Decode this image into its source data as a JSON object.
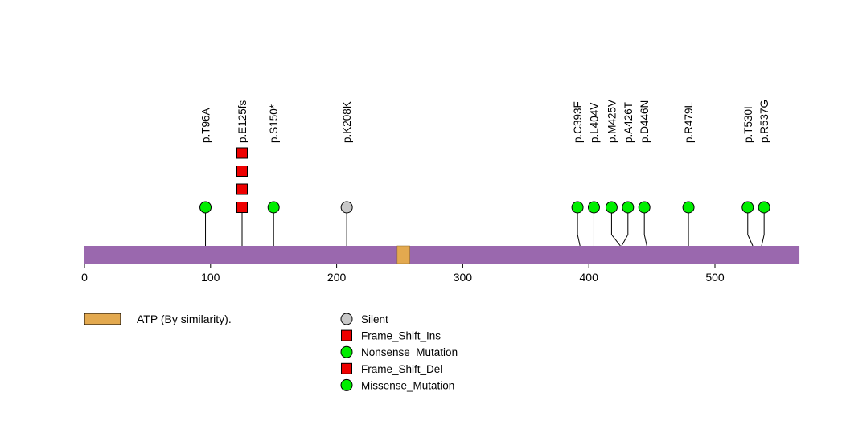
{
  "chart_data": {
    "type": "lollipop",
    "title": "",
    "xlabel": "",
    "ylabel": "",
    "protein_length": 567,
    "xlim": [
      0,
      567
    ],
    "x_ticks": [
      0,
      100,
      200,
      300,
      400,
      500
    ],
    "backbone_color": "#9A68AE",
    "grid": false,
    "legend_position": "bottom",
    "domains": [
      {
        "name": "ATP (By similarity).",
        "start": 248,
        "end": 258,
        "color": "#E3A94F"
      }
    ],
    "mutations": [
      {
        "label": "p.T96A",
        "position": 96,
        "display": 96,
        "type": "Missense_Mutation",
        "shape": "circle",
        "color": "#00EE00",
        "count": 1
      },
      {
        "label": "p.E125fs",
        "position": 125,
        "display": 125,
        "type": "Frame_Shift_Ins",
        "shape": "square",
        "color": "#EE0000",
        "count": 4
      },
      {
        "label": "p.S150*",
        "position": 150,
        "display": 150,
        "type": "Nonsense_Mutation",
        "shape": "circle",
        "color": "#00EE00",
        "count": 1
      },
      {
        "label": "p.K208K",
        "position": 208,
        "display": 208,
        "type": "Silent",
        "shape": "circle",
        "color": "#C8C8C8",
        "count": 1
      },
      {
        "label": "p.C393F",
        "position": 393,
        "display": 391,
        "type": "Missense_Mutation",
        "shape": "circle",
        "color": "#00EE00",
        "count": 1
      },
      {
        "label": "p.L404V",
        "position": 404,
        "display": 404,
        "type": "Missense_Mutation",
        "shape": "circle",
        "color": "#00EE00",
        "count": 1
      },
      {
        "label": "p.M425V",
        "position": 425,
        "display": 418,
        "type": "Missense_Mutation",
        "shape": "circle",
        "color": "#00EE00",
        "count": 1
      },
      {
        "label": "p.A426T",
        "position": 426,
        "display": 431,
        "type": "Missense_Mutation",
        "shape": "circle",
        "color": "#00EE00",
        "count": 1
      },
      {
        "label": "p.D446N",
        "position": 446,
        "display": 444,
        "type": "Missense_Mutation",
        "shape": "circle",
        "color": "#00EE00",
        "count": 1
      },
      {
        "label": "p.R479L",
        "position": 479,
        "display": 479,
        "type": "Missense_Mutation",
        "shape": "circle",
        "color": "#00EE00",
        "count": 1
      },
      {
        "label": "p.T530I",
        "position": 530,
        "display": 526,
        "type": "Missense_Mutation",
        "shape": "circle",
        "color": "#00EE00",
        "count": 1
      },
      {
        "label": "p.R537G",
        "position": 537,
        "display": 539,
        "type": "Missense_Mutation",
        "shape": "circle",
        "color": "#00EE00",
        "count": 1
      }
    ],
    "legend": {
      "domain_items": [
        {
          "label": "ATP (By similarity).",
          "shape": "rect",
          "color": "#E3A94F"
        }
      ],
      "mutation_items": [
        {
          "label": "Silent",
          "shape": "circle",
          "color": "#C8C8C8"
        },
        {
          "label": "Frame_Shift_Ins",
          "shape": "square",
          "color": "#EE0000"
        },
        {
          "label": "Nonsense_Mutation",
          "shape": "circle",
          "color": "#00EE00"
        },
        {
          "label": "Frame_Shift_Del",
          "shape": "square",
          "color": "#EE0000"
        },
        {
          "label": "Missense_Mutation",
          "shape": "circle",
          "color": "#00EE00"
        }
      ]
    }
  }
}
